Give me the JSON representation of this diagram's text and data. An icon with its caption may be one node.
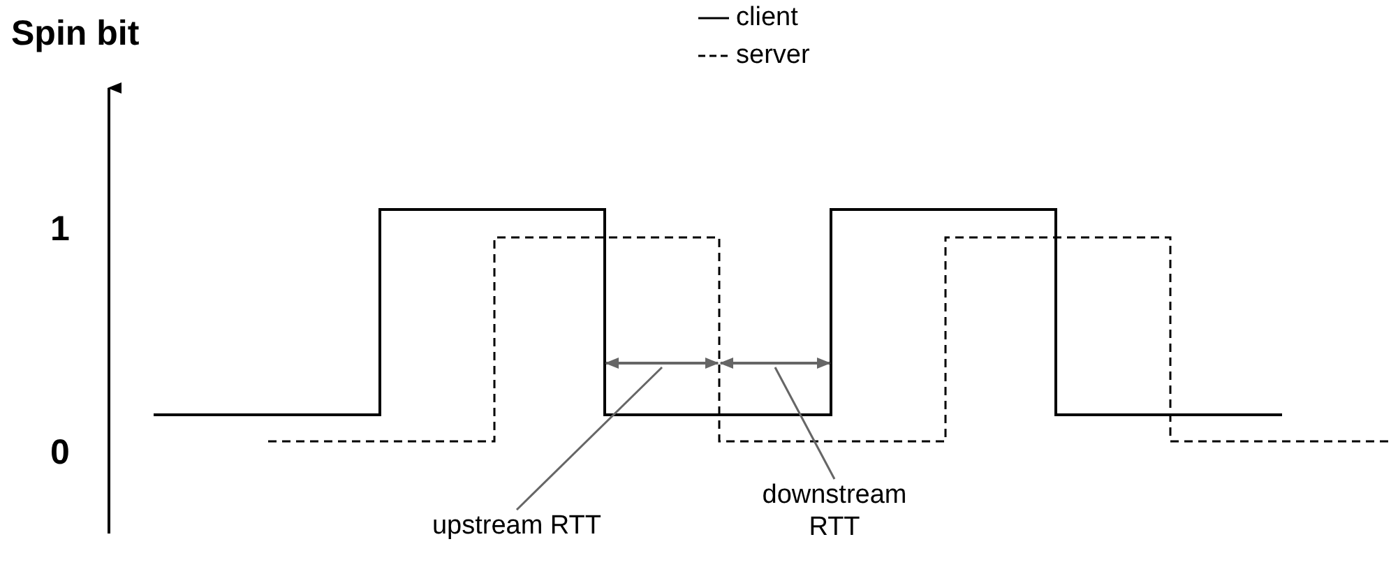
{
  "diagram": {
    "nodes": [
      {
        "text": [
          "upstream RTT"
        ]
      },
      {
        "text": [
          "downstream RTT"
        ]
      },
      {
        "text": [],
        "shape": "line"
      },
      {
        "text": [],
        "shape": "line"
      }
    ],
    "edges": [
      {
        "from": 0,
        "to": 2,
        "arrow": "none"
      },
      {
        "from": 1,
        "to": 3,
        "arrow": "none"
      }
    ],
    "labels": [
      "Spin bit",
      "1",
      "0"
    ],
    "legend": [
      {
        "text": "client"
      },
      {
        "text": "server"
      }
    ]
  }
}
